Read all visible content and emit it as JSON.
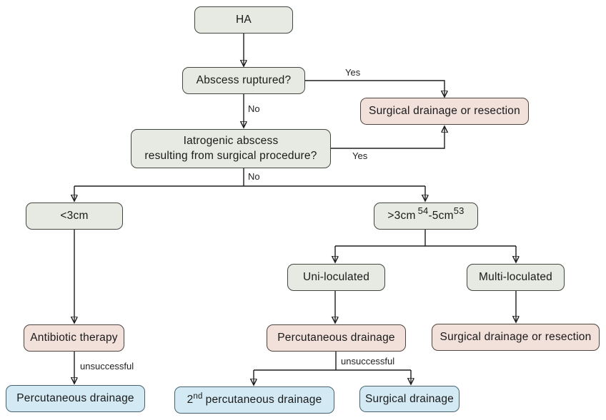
{
  "flowchart": {
    "nodes": {
      "ha": "HA",
      "abscess_ruptured": "Abscess ruptured?",
      "surgical_drainage_resection_top": "Surgical drainage or resection",
      "iatrogenic_line1": "Iatrogenic abscess",
      "iatrogenic_line2": "resulting from surgical procedure?",
      "less_than_3cm": "<3cm",
      "gt3cm_base1": ">3cm",
      "gt3cm_sup1": "54",
      "gt3cm_base2": "-5cm",
      "gt3cm_sup2": "53",
      "uni_loculated": "Uni-loculated",
      "multi_loculated": "Multi-loculated",
      "antibiotic_therapy": "Antibiotic therapy",
      "percutaneous_drainage_mid": "Percutaneous drainage",
      "surgical_drainage_resection_right": "Surgical drainage or resection",
      "percutaneous_drainage_left": "Percutaneous drainage",
      "second_base": "2",
      "second_sup": "nd",
      "second_rest": "percutaneous drainage",
      "surgical_drainage": "Surgical drainage"
    },
    "edge_labels": {
      "yes_ruptured": "Yes",
      "no_ruptured": "No",
      "yes_iatrogenic": "Yes",
      "no_iatrogenic": "No",
      "unsuccessful_left": "unsuccessful",
      "unsuccessful_mid": "unsuccessful"
    },
    "colors": {
      "decision_fill": "#e7eae2",
      "decision_border": "#41463f",
      "treatment_fill": "#f2e1db",
      "treatment_border": "#50443e",
      "outcome_fill": "#d3eaf4",
      "outcome_border": "#47626e",
      "line_color": "#1d1d1d"
    }
  }
}
